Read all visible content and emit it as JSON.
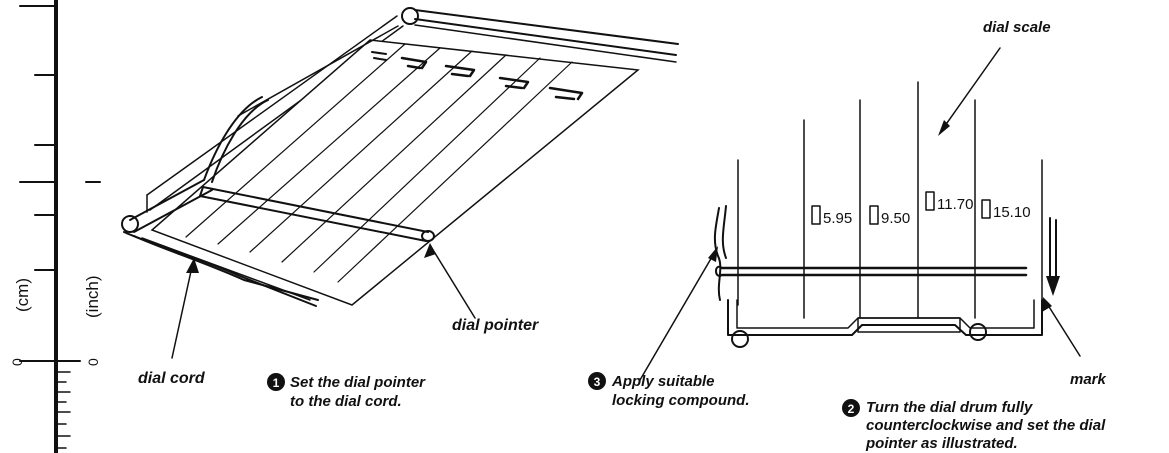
{
  "ruler": {
    "unit_cm": "(cm)",
    "unit_inch": "(inch)",
    "zero_cm": "0",
    "zero_inch": "0"
  },
  "left_figure": {
    "pointer_label": "dial pointer",
    "cord_label": "dial cord",
    "step1": {
      "number": "1",
      "line1": "Set the dial pointer",
      "line2": "to the dial cord."
    }
  },
  "right_figure": {
    "scale_label": "dial scale",
    "mark_label": "mark",
    "scale_values": [
      "5.95",
      "9.50",
      "11.70",
      "15.10"
    ],
    "step3": {
      "number": "3",
      "line1": "Apply suitable",
      "line2": "locking compound."
    },
    "step2": {
      "number": "2",
      "line1": "Turn the dial drum fully",
      "line2": "counterclockwise and set the dial",
      "line3": "pointer as illustrated."
    }
  }
}
